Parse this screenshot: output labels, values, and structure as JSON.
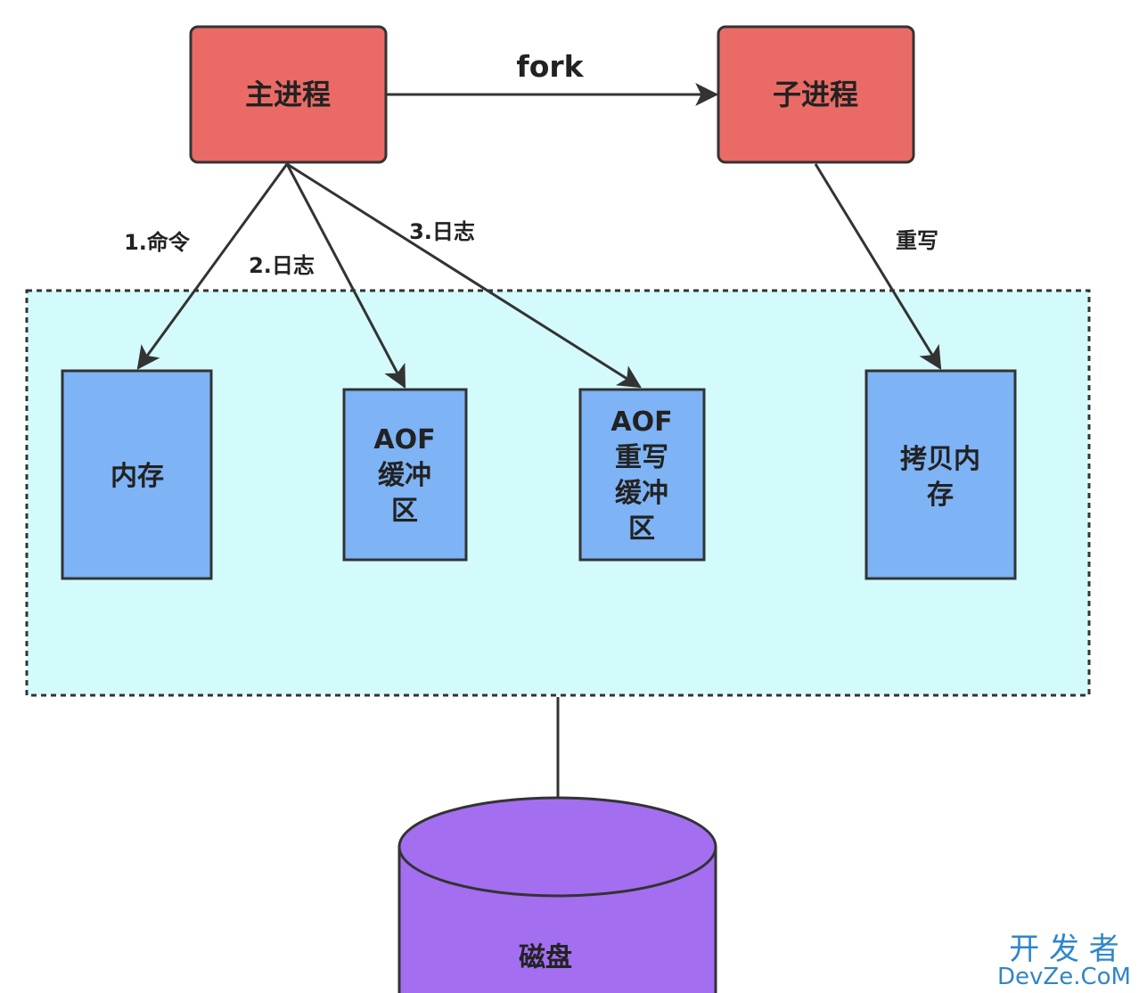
{
  "nodes": {
    "main_process": "主进程",
    "child_process": "子进程",
    "memory": "内存",
    "aof_buffer": [
      "AOF",
      "缓冲",
      "区"
    ],
    "aof_rewrite_buffer": [
      "AOF",
      "重写",
      "缓冲",
      "区"
    ],
    "copy_memory": [
      "拷贝内",
      "存"
    ],
    "disk": "磁盘"
  },
  "edges": {
    "fork": "fork",
    "cmd": "1.命令",
    "log2": "2.日志",
    "log3": "3.日志",
    "rewrite": "重写"
  },
  "watermark": {
    "cn": "开 发 者",
    "en": "DevZe.CoM"
  },
  "colors": {
    "process_fill": "#ea6b66",
    "buffer_fill": "#7eb3f5",
    "container_fill": "#d4fbfb",
    "disk_fill": "#a36ef0",
    "stroke": "#333333",
    "watermark": "#2f86c8"
  }
}
